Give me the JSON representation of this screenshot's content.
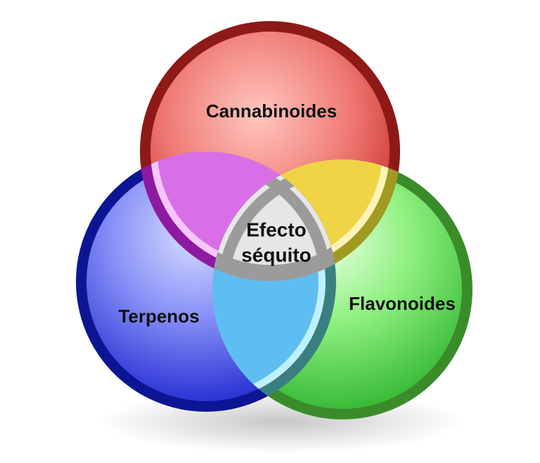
{
  "diagram": {
    "type": "venn-3",
    "sets": [
      {
        "id": "cannabinoides",
        "label": "Cannabinoides",
        "color": "#d43c3c",
        "ring": "#8e1a17"
      },
      {
        "id": "terpenos",
        "label": "Terpenos",
        "color": "#3a43e0",
        "ring": "#0c1594"
      },
      {
        "id": "flavonoides",
        "label": "Flavonoides",
        "color": "#4fd24f",
        "ring": "#3a8c2a"
      }
    ],
    "intersections": [
      {
        "sets": [
          "cannabinoides",
          "terpenos"
        ],
        "color": "#d35fe3",
        "ring": "#8e1aa0"
      },
      {
        "sets": [
          "cannabinoides",
          "flavonoides"
        ],
        "color": "#f0cf3a",
        "ring": "#a09a22"
      },
      {
        "sets": [
          "terpenos",
          "flavonoides"
        ],
        "color": "#54b8f0",
        "ring": "#3a7f80"
      }
    ],
    "center": {
      "label_line1": "Efecto",
      "label_line2": "séquito",
      "color": "#e6e6e6",
      "ring": "#9b9b9b"
    }
  }
}
